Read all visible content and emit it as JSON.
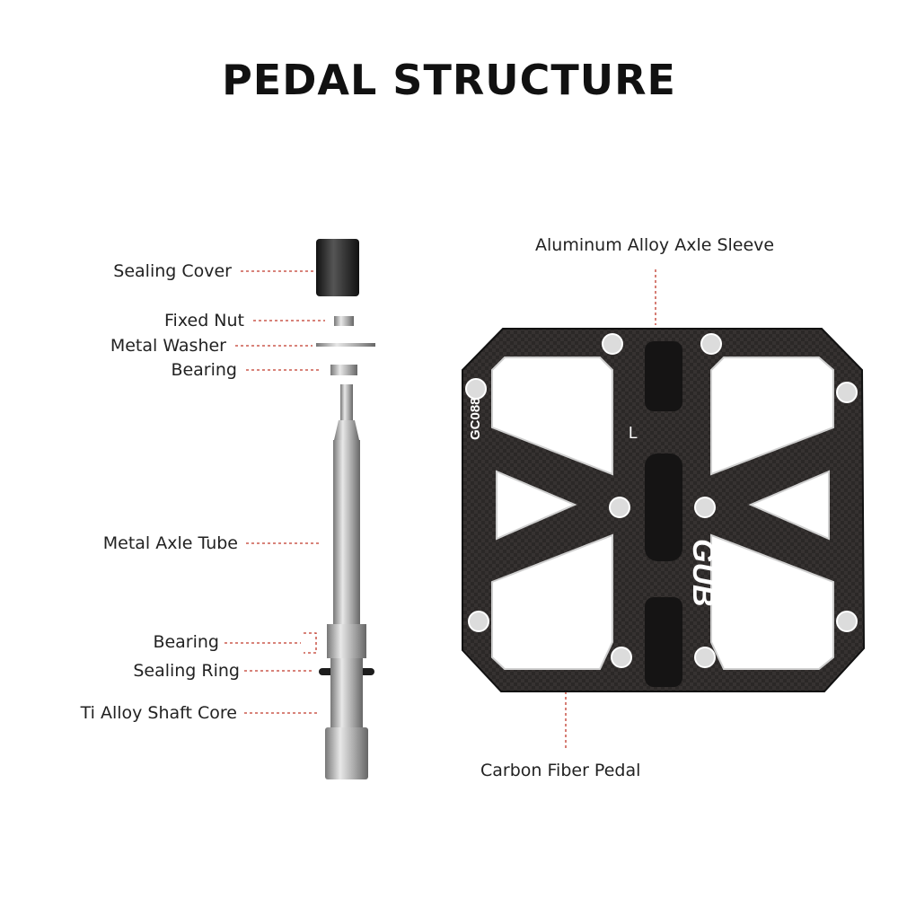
{
  "title": "PEDAL STRUCTURE",
  "left_labels": {
    "sealing_cover": "Sealing Cover",
    "fixed_nut": "Fixed Nut",
    "metal_washer": "Metal Washer",
    "bearing_top": "Bearing",
    "metal_axle_tube": "Metal Axle Tube",
    "bearing_bottom": "Bearing",
    "sealing_ring": "Sealing Ring",
    "ti_alloy_shaft_core": "Ti Alloy Shaft Core"
  },
  "right_labels": {
    "axle_sleeve": "Aluminum Alloy Axle Sleeve",
    "carbon_pedal": "Carbon Fiber Pedal"
  },
  "pedal_markings": {
    "model": "GC088",
    "side": "L",
    "brand": "GUB"
  },
  "colors": {
    "leader": "#c0392b",
    "pedal": "#2a2726",
    "pin": "#d9d9d9"
  }
}
